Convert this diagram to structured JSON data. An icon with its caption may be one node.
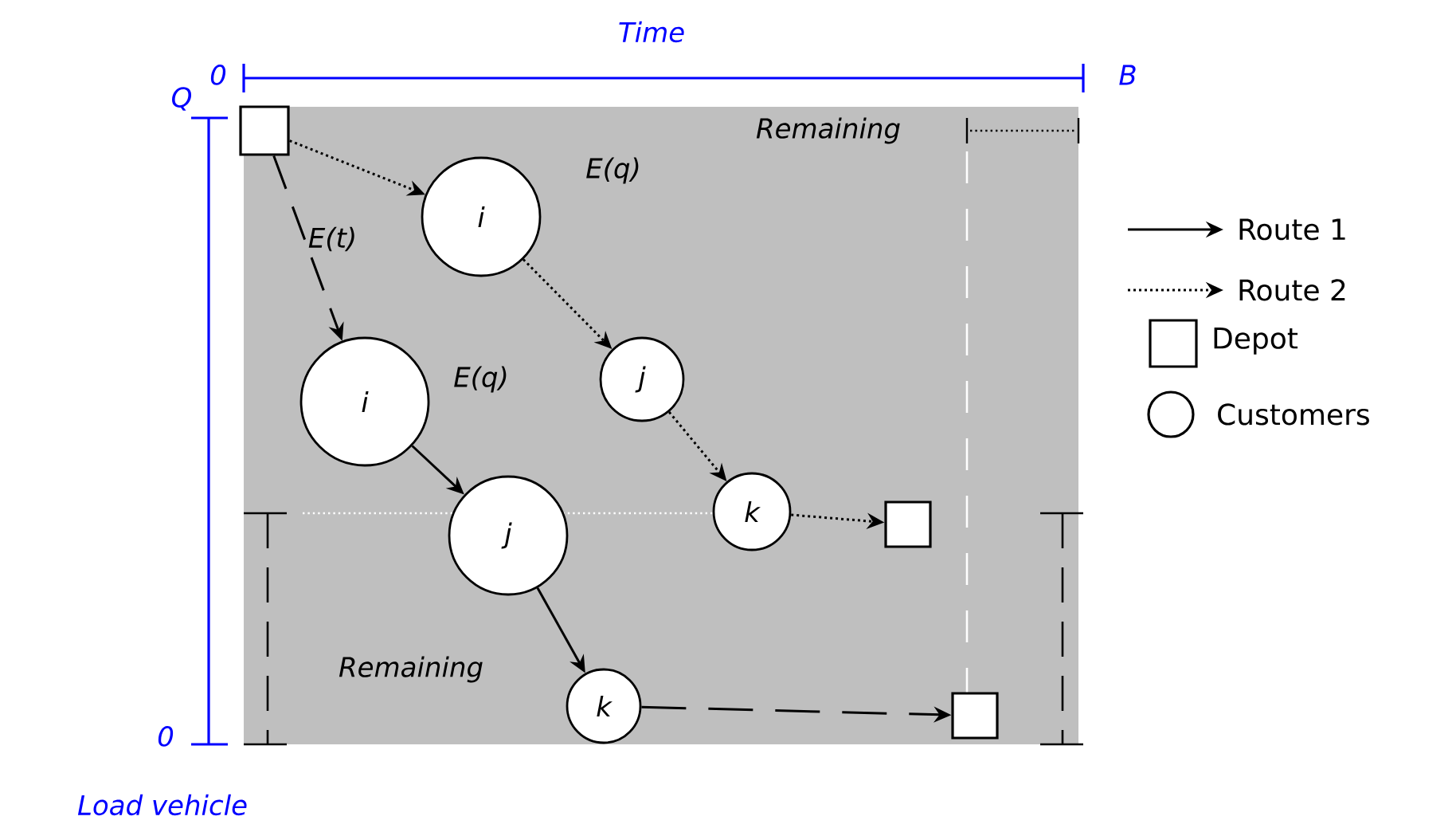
{
  "diagram": {
    "nodes": [
      {
        "text": [],
        "shape": "box"
      },
      {
        "text": [
          "i"
        ],
        "beside": [
          "E(q)"
        ]
      },
      {
        "text": [
          "j"
        ]
      },
      {
        "text": [
          "k"
        ]
      },
      {
        "text": [],
        "shape": "box"
      },
      {
        "text": [
          "i"
        ],
        "beside": [
          "E(q)"
        ]
      },
      {
        "text": [
          "j"
        ]
      },
      {
        "text": [
          "k"
        ]
      },
      {
        "text": [],
        "shape": "box"
      }
    ],
    "edges": [
      {
        "from": 0,
        "to": 1,
        "arrow": "to",
        "style": "dashed"
      },
      {
        "from": 1,
        "to": 2,
        "arrow": "to",
        "style": "dashed"
      },
      {
        "from": 2,
        "to": 3,
        "arrow": "to",
        "style": "dashed"
      },
      {
        "from": 3,
        "to": 4,
        "arrow": "to",
        "style": "dashed"
      },
      {
        "from": 0,
        "to": 5,
        "arrow": "to",
        "style": "dashed",
        "label": "E(t)"
      },
      {
        "from": 5,
        "to": 6,
        "arrow": "to"
      },
      {
        "from": 6,
        "to": 7,
        "arrow": "to"
      },
      {
        "from": 7,
        "to": 8,
        "arrow": "to",
        "style": "dashed"
      }
    ],
    "labels": [
      "Time",
      "0",
      "B",
      "Q",
      "0",
      "Load vehicle",
      "Remaining",
      "Remaining"
    ],
    "legend": [
      {
        "text": "Route 1"
      },
      {
        "text": "Route 2"
      },
      {
        "text": "Depot"
      },
      {
        "text": "Customers"
      }
    ]
  }
}
